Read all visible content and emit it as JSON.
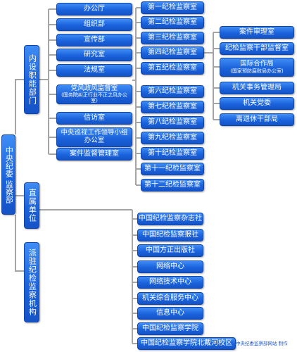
{
  "root": {
    "line1": "中央纪委",
    "line2": "监察部"
  },
  "categories": {
    "internal": "内设职能部门",
    "direct": "直属单位",
    "dispatched": "派驻纪检监察机构"
  },
  "internal_left": [
    "办公厅",
    "组织部",
    "宣传部",
    "研究室",
    "法规室"
  ],
  "internal_left_lower": {
    "dangfeng": {
      "line1": "党风政风监督室",
      "line2": "(国务院纠正行业不正之风办公室)"
    },
    "xinfang": "信访室",
    "xunshi": "中央巡视工作领导小组办公室",
    "anjian": "案件监督管理室"
  },
  "inspection_rooms": [
    "第一纪检监察室",
    "第二纪检监察室",
    "第三纪检监察室",
    "第四纪检监察室",
    "第五纪检监察室",
    "第六纪检监察室",
    "第七纪检监察室",
    "第八纪检监察室",
    "第九纪检监察室",
    "第十纪检监察室",
    "第十一纪检监察室",
    "第十二纪检监察室"
  ],
  "internal_right": {
    "shenli": "案件审理室",
    "ganbu": "纪检监察干部监督室",
    "guoji": {
      "line1": "国际合作局",
      "line2": "(国家预防腐败局办公室)"
    },
    "jiguan": "机关事务管理局",
    "dangwei": "机关党委",
    "lituixiu": "离退休干部局"
  },
  "direct_units": [
    "中国纪检监察杂志社",
    "中国纪检监察报社",
    "中国方正出版社",
    "网络中心",
    "网络技术中心",
    "机关综合服务中心",
    "信息中心",
    "中国纪检监察学院",
    "中国纪检监察学院北戴河校区"
  ],
  "credit": "中央纪委监察部网站 制作",
  "colors": {
    "node": "#1b63dc",
    "line": "#a5a5a5",
    "credit": "#1d56c9"
  }
}
